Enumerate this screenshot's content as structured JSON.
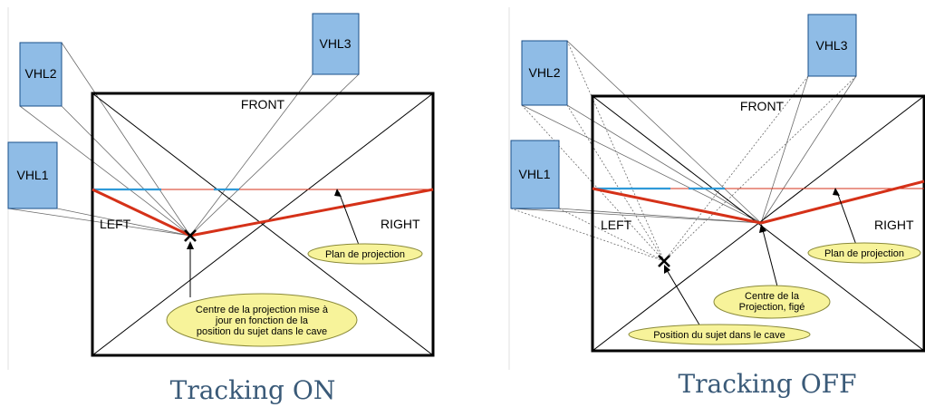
{
  "colors": {
    "vhl_fill": "#8fbce6",
    "vhl_stroke": "#1a4f8a",
    "projection_red": "#d53118",
    "projection_blue": "#2f9ad8",
    "callout_fill": "#f7f39a",
    "caption": "#3a5a78"
  },
  "icons": {
    "subject_marker": "x-mark-icon"
  },
  "panels": [
    {
      "caption": "Tracking ON",
      "projectors": {
        "vhl1": "VHL1",
        "vhl2": "VHL2",
        "vhl3": "VHL3"
      },
      "walls": {
        "front": "FRONT",
        "left": "LEFT",
        "right": "RIGHT"
      },
      "callouts": {
        "projection_plane": "Plan de projection",
        "center": [
          "Centre de la projection mise à",
          "jour en fonction de la",
          "position du sujet dans le cave"
        ]
      }
    },
    {
      "caption": "Tracking OFF",
      "projectors": {
        "vhl1": "VHL1",
        "vhl2": "VHL2",
        "vhl3": "VHL3"
      },
      "walls": {
        "front": "FRONT",
        "left": "LEFT",
        "right": "RIGHT"
      },
      "callouts": {
        "projection_plane": "Plan de projection",
        "center": [
          "Centre de la",
          "Projection, figé"
        ],
        "subject": "Position du sujet dans le cave"
      }
    }
  ]
}
